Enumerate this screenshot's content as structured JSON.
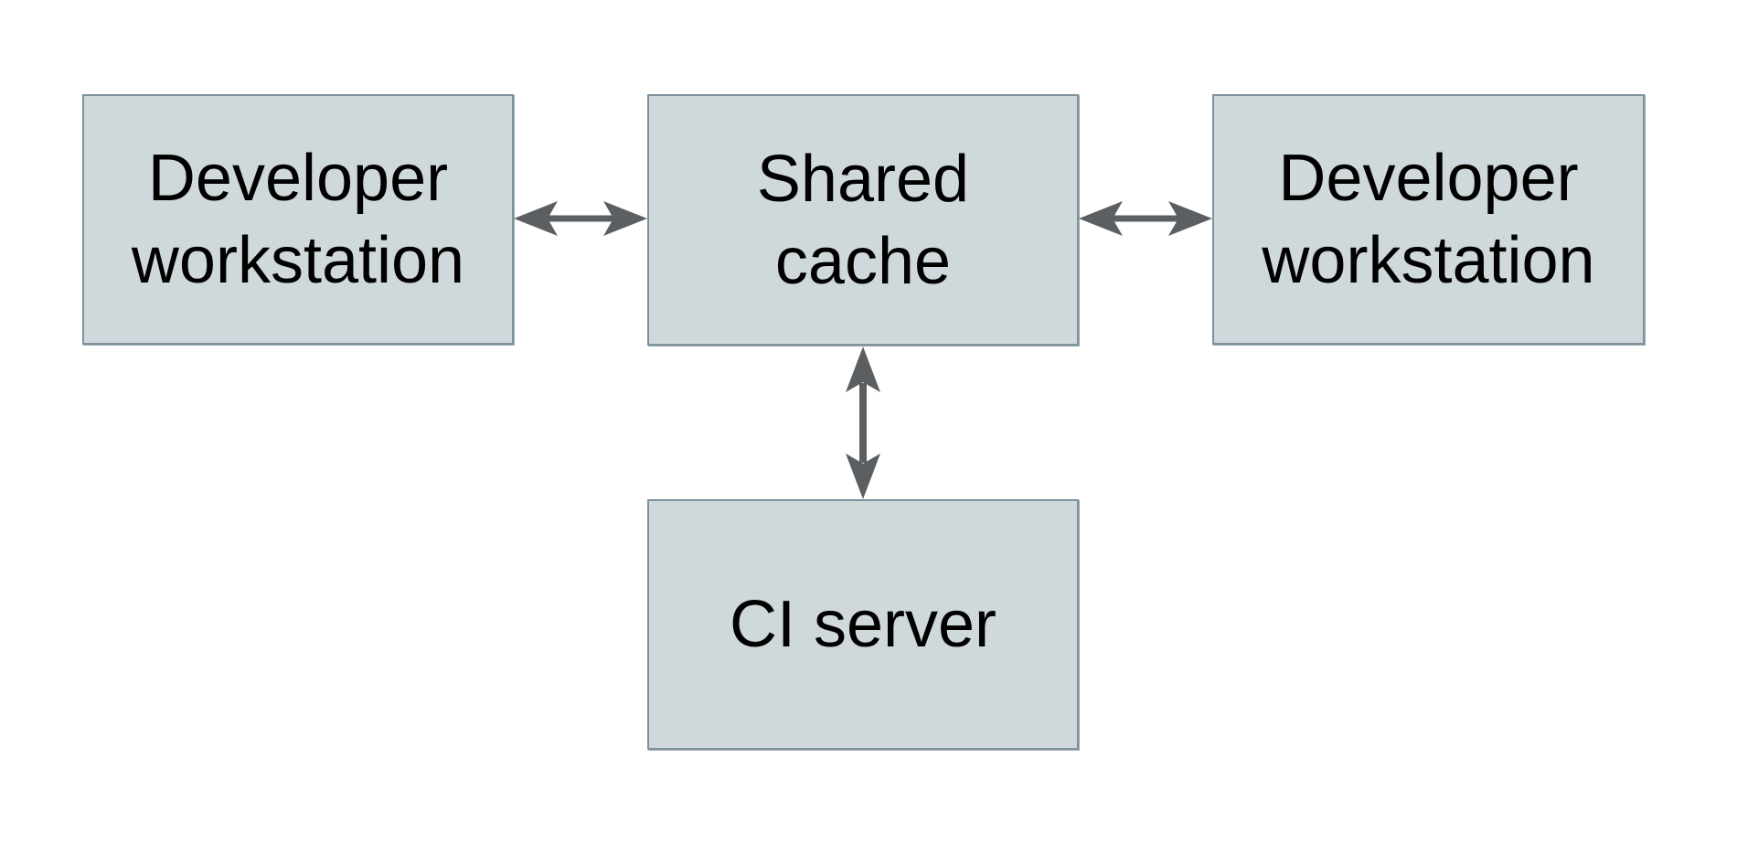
{
  "diagram": {
    "nodes": [
      {
        "id": "developer-workstation-left",
        "label": "Developer workstation"
      },
      {
        "id": "shared-cache",
        "label": "Shared cache"
      },
      {
        "id": "developer-workstation-right",
        "label": "Developer workstation"
      },
      {
        "id": "ci-server",
        "label": "CI server"
      }
    ],
    "edges": [
      {
        "from": "developer-workstation-left",
        "to": "shared-cache",
        "direction": "bidirectional",
        "orientation": "horizontal"
      },
      {
        "from": "shared-cache",
        "to": "developer-workstation-right",
        "direction": "bidirectional",
        "orientation": "horizontal"
      },
      {
        "from": "shared-cache",
        "to": "ci-server",
        "direction": "bidirectional",
        "orientation": "vertical"
      }
    ],
    "colors": {
      "background": "#ffffff",
      "node_fill": "#cfd8da",
      "node_border": "#7e929c",
      "arrow": "#5c5f61",
      "text": "#000000"
    }
  }
}
